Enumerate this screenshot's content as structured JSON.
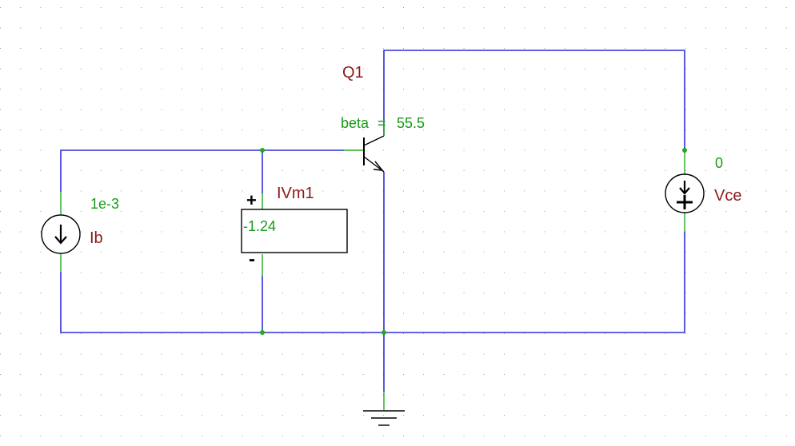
{
  "components": {
    "transistor": {
      "name": "Q1",
      "param_label": "beta",
      "param_value": "55.5"
    },
    "ammeter": {
      "name": "IVm1",
      "reading": "-1.24",
      "plus": "+",
      "minus": "-"
    },
    "current_source": {
      "name": "Ib",
      "value": "1e-3"
    },
    "voltage_source": {
      "name": "Vce",
      "value": "0"
    }
  },
  "colors": {
    "wire": "#2f2fd8",
    "label": "#8b1a1a",
    "value": "#1a9a1a",
    "grid_dot": "#9a9a9a",
    "node": "#22aa22"
  },
  "grid": {
    "visible": true
  }
}
